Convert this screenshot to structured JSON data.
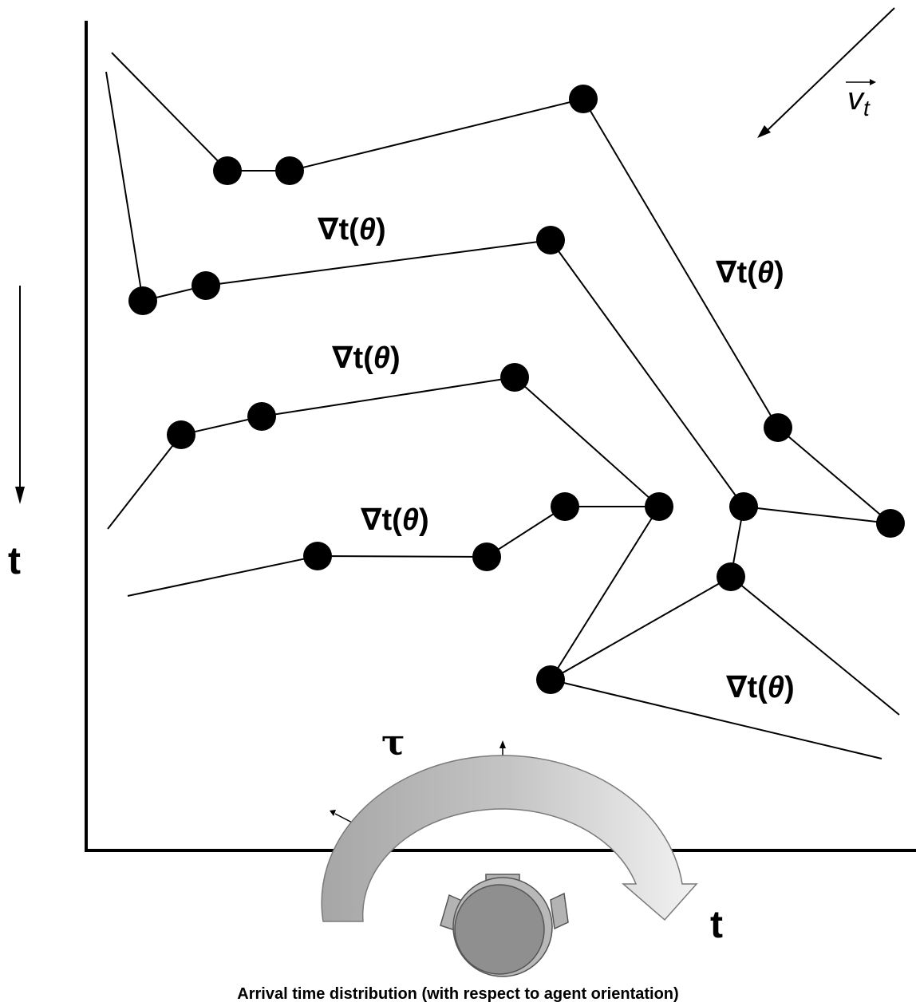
{
  "labels": {
    "gradient": [
      "∇",
      "t(",
      "θ",
      ")"
    ],
    "time_axis_left": "t",
    "time_axis_bottom": "t",
    "tau": "τ",
    "velocity": [
      "v",
      "t"
    ],
    "caption": "Arrival time distribution (with respect to agent orientation)"
  },
  "colors": {
    "line": "#000000",
    "arrow_fill_dark": "#a9a9a9",
    "arrow_fill_light": "#ececec",
    "agent_body": "#8f8f8f",
    "agent_parts": "#b3b3b3"
  },
  "icons": {
    "agent": "agent-head-icon",
    "orientation": "curved-arrow-icon"
  }
}
